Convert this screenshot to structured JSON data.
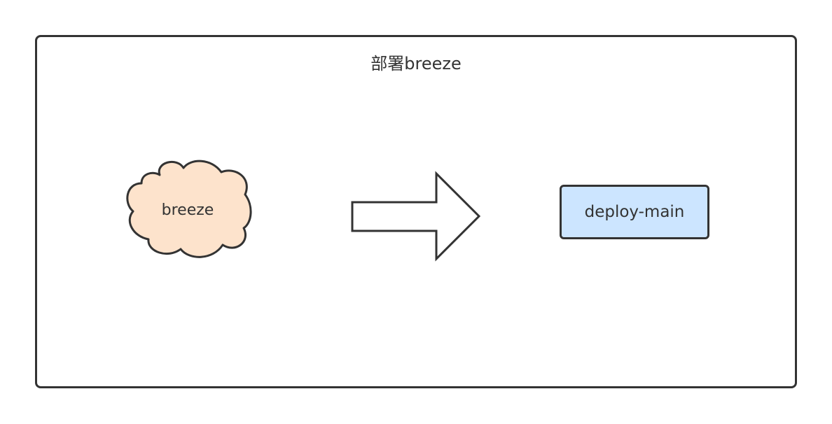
{
  "diagram": {
    "title": "部署breeze",
    "source": {
      "label": "breeze",
      "shape": "cloud",
      "fill": "#fde3cc",
      "stroke": "#333333"
    },
    "connector": {
      "shape": "block-arrow",
      "direction": "right",
      "fill": "#ffffff",
      "stroke": "#333333"
    },
    "target": {
      "label": "deploy-main",
      "shape": "rounded-rectangle",
      "fill": "#cce5ff",
      "stroke": "#333333"
    }
  }
}
